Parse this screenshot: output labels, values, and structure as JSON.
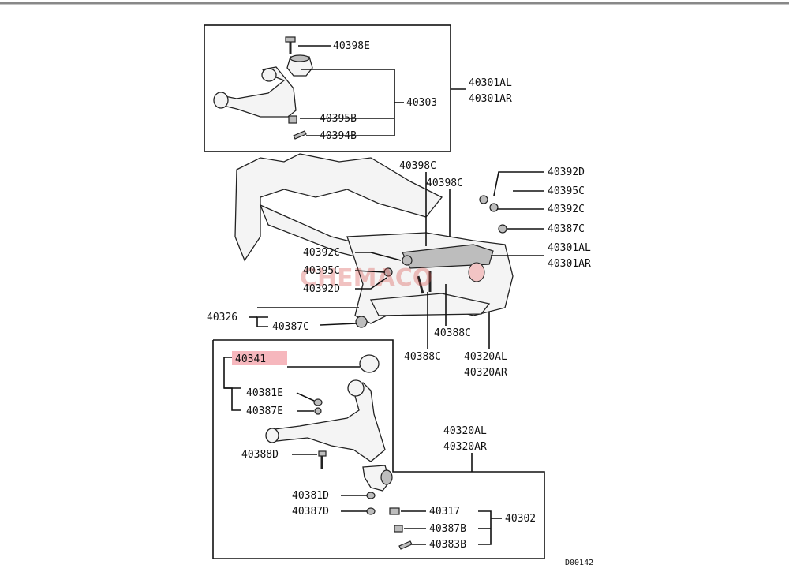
{
  "diagram_id": "D00142",
  "watermark": "CHEMACO",
  "upper_box": {
    "labels": [
      "40398E",
      "40303",
      "40395B",
      "40394B"
    ],
    "side_label_1": "40301AL",
    "side_label_2": "40301AR"
  },
  "middle": {
    "labels": [
      "40398C",
      "40398C",
      "40392D",
      "40395C",
      "40392C",
      "40387C",
      "40301AL",
      "40301AR",
      "40392C",
      "40395C",
      "40392D",
      "40326",
      "40387C",
      "40388C",
      "40388C",
      "40320AL",
      "40320AR"
    ]
  },
  "lower_box": {
    "highlight": "40341",
    "labels": [
      "40381E",
      "40387E",
      "40388D",
      "40381D",
      "40387D",
      "40317",
      "40387B",
      "40383B",
      "40302"
    ],
    "top_label_1": "40320AL",
    "top_label_2": "40320AR"
  },
  "colors": {
    "highlight": "#f6b7bd",
    "line": "#111111",
    "watermark": "#d9534f"
  }
}
